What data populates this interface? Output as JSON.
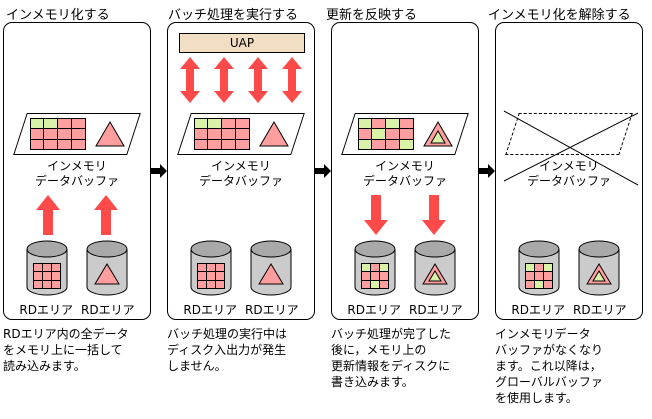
{
  "labels": {
    "buffer": "インメモリ\nデータバッファ",
    "rd": "RDエリア",
    "uap": "UAP"
  },
  "panels": [
    {
      "title": "インメモリ化する",
      "caption": "RDエリア内の全データ\nをメモリ上に一括して\n読み込みます。"
    },
    {
      "title": "バッチ処理を実行する",
      "caption": "バッチ処理の実行中は\nディスク入出力が発生\nしません。"
    },
    {
      "title": "更新を反映する",
      "caption": "バッチ処理が完了した\n後に，メモリ上の\n更新情報をディスクに\n書き込みます。"
    },
    {
      "title": "インメモリ化を解除する",
      "caption": "インメモリデータ\nバッファがなくなり\nます。これ以降は，\nグローバルバッファ\nを使用します。"
    }
  ],
  "colors": {
    "pink": "#ff9e9e",
    "green": "#d8f2a8",
    "red_arrow": "#ff4a4a",
    "uap_bg": "#f2dec2",
    "cyl_body": "#cbcbcb",
    "cyl_top": "#a9a9a9"
  },
  "tables": {
    "buffer_partial": [
      [
        1,
        1,
        0,
        0
      ],
      [
        0,
        0,
        0,
        0
      ],
      [
        0,
        0,
        0,
        0
      ]
    ],
    "buffer_updated": [
      [
        1,
        0,
        1,
        0
      ],
      [
        0,
        1,
        0,
        0
      ],
      [
        1,
        0,
        0,
        1
      ]
    ],
    "cyl_plain": [
      [
        0,
        0,
        0
      ],
      [
        0,
        0,
        0
      ],
      [
        0,
        0,
        0
      ]
    ],
    "cyl_updated": [
      [
        1,
        0,
        1
      ],
      [
        0,
        0,
        0
      ],
      [
        0,
        1,
        0
      ]
    ]
  },
  "icons": {
    "next_step_arrow": "black-right-arrow",
    "load_arrow": "red-up-arrow",
    "write_arrow": "red-down-arrow",
    "io_arrow": "red-up-down-arrow",
    "cross_out": "x-cross"
  }
}
